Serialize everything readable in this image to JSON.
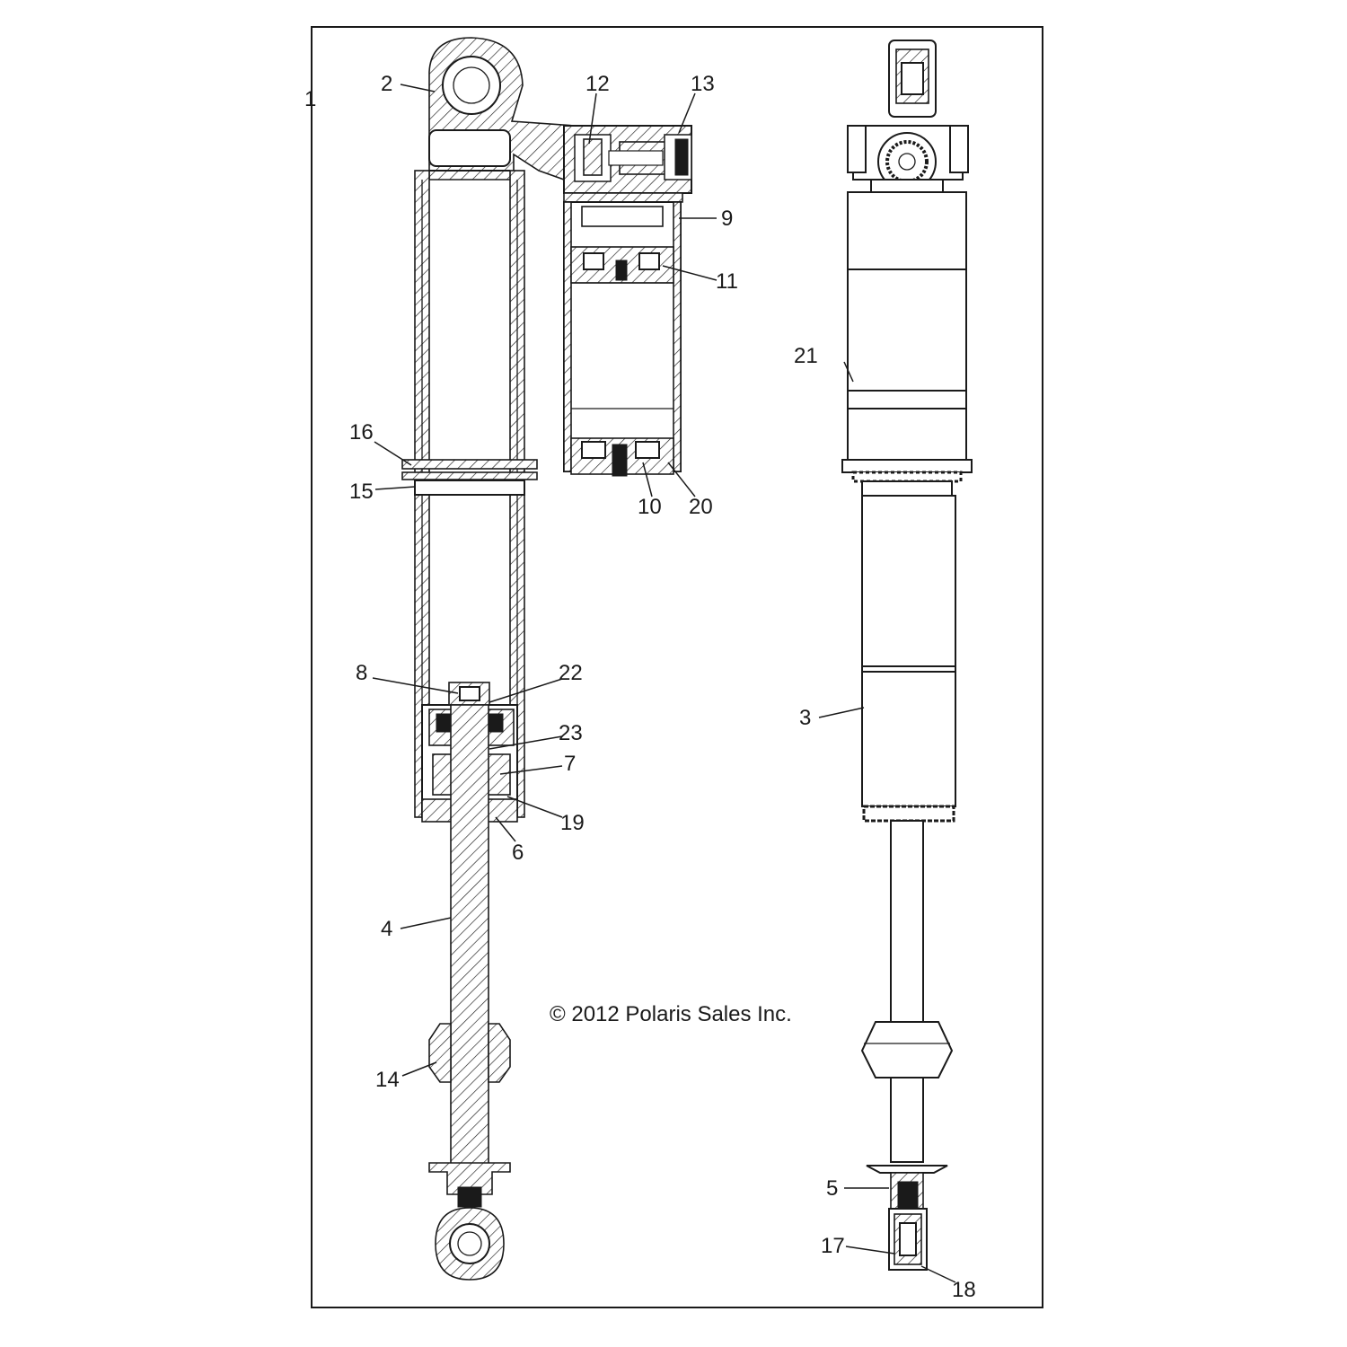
{
  "diagram": {
    "copyright": "© 2012 Polaris Sales Inc.",
    "callouts": [
      {
        "id": "c1",
        "text": "1"
      },
      {
        "id": "c2",
        "text": "2"
      },
      {
        "id": "c3",
        "text": "3"
      },
      {
        "id": "c4",
        "text": "4"
      },
      {
        "id": "c5",
        "text": "5"
      },
      {
        "id": "c6",
        "text": "6"
      },
      {
        "id": "c7",
        "text": "7"
      },
      {
        "id": "c8",
        "text": "8"
      },
      {
        "id": "c9",
        "text": "9"
      },
      {
        "id": "c10",
        "text": "10"
      },
      {
        "id": "c11",
        "text": "11"
      },
      {
        "id": "c12",
        "text": "12"
      },
      {
        "id": "c13",
        "text": "13"
      },
      {
        "id": "c14",
        "text": "14"
      },
      {
        "id": "c15",
        "text": "15"
      },
      {
        "id": "c16",
        "text": "16"
      },
      {
        "id": "c17",
        "text": "17"
      },
      {
        "id": "c18",
        "text": "18"
      },
      {
        "id": "c19",
        "text": "19"
      },
      {
        "id": "c20",
        "text": "20"
      },
      {
        "id": "c21",
        "text": "21"
      },
      {
        "id": "c22",
        "text": "22"
      },
      {
        "id": "c23",
        "text": "23"
      }
    ]
  }
}
